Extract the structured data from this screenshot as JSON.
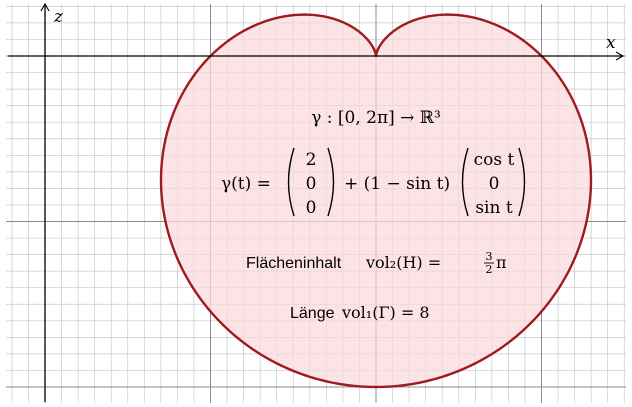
{
  "axes": {
    "x_label": "x",
    "z_label": "z"
  },
  "parametrization": {
    "domain_line": "γ : [0, 2π] → ℝ³",
    "lhs": "γ(t) =",
    "vector_a": [
      "2",
      "0",
      "0"
    ],
    "middle": "+ (1 − sin t)",
    "vector_b": [
      "cos t",
      "0",
      "sin t"
    ]
  },
  "area": {
    "word": "Flächeninhalt",
    "formula_prefix": "vol₂(H) =",
    "fraction_numerator": "3",
    "fraction_denominator": "2",
    "formula_suffix": "π"
  },
  "length": {
    "word": "Länge",
    "formula": "vol₁(Γ) = 8"
  },
  "colors": {
    "curve_stroke": "#9e1b1f",
    "curve_fill": "#fbdadd",
    "grid_minor": "#c8c8c8",
    "grid_major": "#8c8c8c",
    "axis": "#000000"
  }
}
